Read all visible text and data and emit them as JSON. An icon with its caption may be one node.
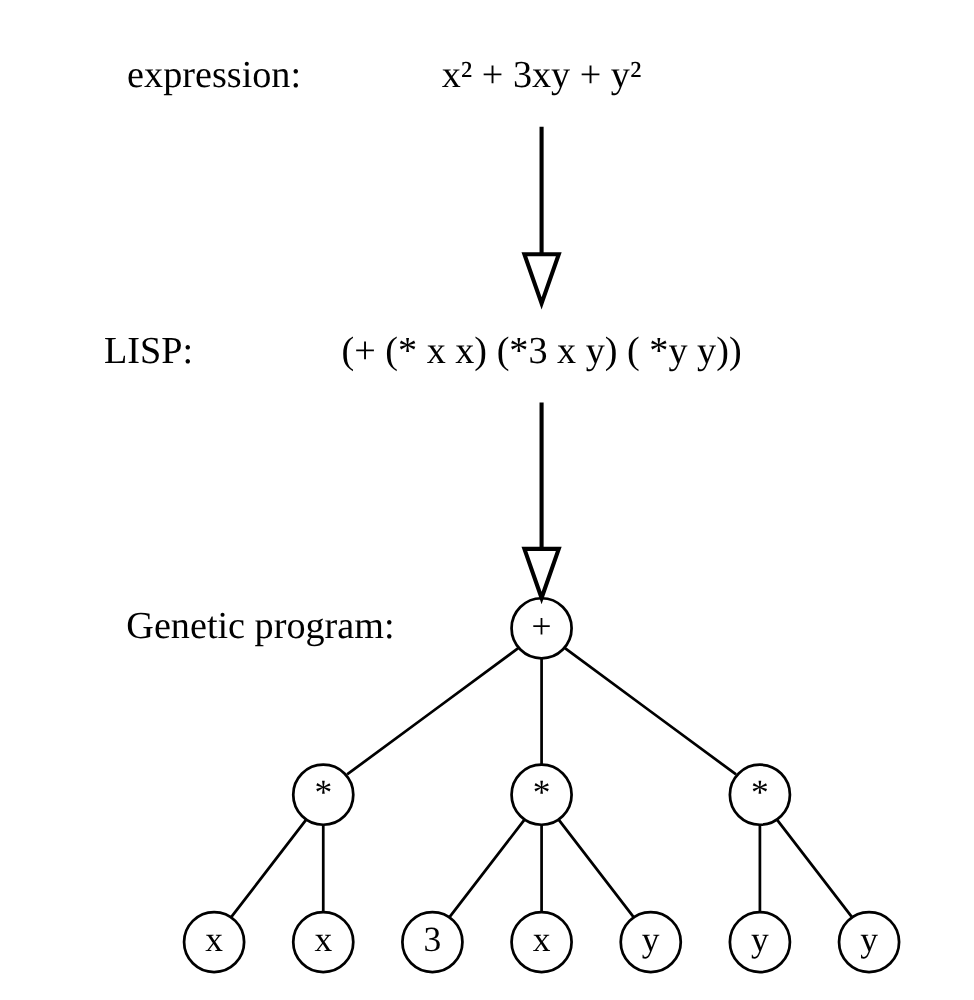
{
  "diagram": {
    "nodes": [
      {
        "text": [
          "x² + 3xy + y²"
        ]
      },
      {
        "text": [
          "(+ (* x x) (*3 x y) ( *y y))"
        ]
      },
      {
        "text": [
          "+"
        ]
      },
      {
        "text": [
          "*"
        ]
      },
      {
        "text": [
          "*"
        ]
      },
      {
        "text": [
          "*"
        ]
      },
      {
        "text": [
          "x"
        ]
      },
      {
        "text": [
          "x"
        ]
      },
      {
        "text": [
          "3"
        ]
      },
      {
        "text": [
          "x"
        ]
      },
      {
        "text": [
          "y"
        ]
      },
      {
        "text": [
          "y"
        ]
      },
      {
        "text": [
          "y"
        ]
      }
    ],
    "edges": [
      {
        "from": 0,
        "to": 1,
        "arrow": "to"
      },
      {
        "from": 1,
        "to": 2,
        "arrow": "to"
      },
      {
        "from": 2,
        "to": 3,
        "arrow": "none"
      },
      {
        "from": 2,
        "to": 4,
        "arrow": "none"
      },
      {
        "from": 2,
        "to": 5,
        "arrow": "none"
      },
      {
        "from": 3,
        "to": 6,
        "arrow": "none"
      },
      {
        "from": 3,
        "to": 7,
        "arrow": "none"
      },
      {
        "from": 4,
        "to": 8,
        "arrow": "none"
      },
      {
        "from": 4,
        "to": 9,
        "arrow": "none"
      },
      {
        "from": 4,
        "to": 10,
        "arrow": "none"
      },
      {
        "from": 5,
        "to": 11,
        "arrow": "none"
      },
      {
        "from": 5,
        "to": 12,
        "arrow": "none"
      }
    ],
    "labels": [
      "expression:",
      "LISP:",
      "Genetic program:"
    ]
  }
}
